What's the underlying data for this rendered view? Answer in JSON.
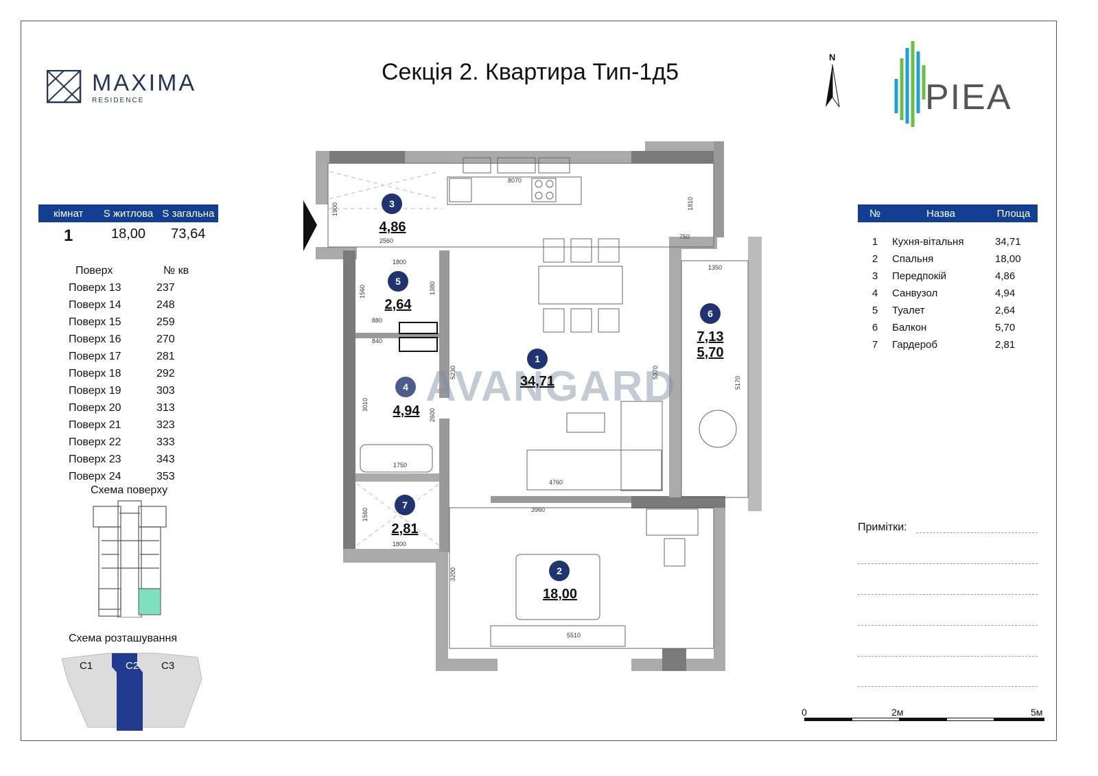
{
  "title": "Секція 2. Квартира Тип-1д5",
  "brand_left": {
    "name": "MAXIMA",
    "sub": "RESIDENCE"
  },
  "brand_right": {
    "name": "PIEA"
  },
  "north_label": "N",
  "summary": {
    "headers": [
      "кімнат",
      "S житлова",
      "S загальна"
    ],
    "values": [
      "1",
      "18,00",
      "73,64"
    ]
  },
  "floors": {
    "headers": [
      "Поверх",
      "№ кв"
    ],
    "rows": [
      [
        "Поверх 13",
        "237"
      ],
      [
        "Поверх 14",
        "248"
      ],
      [
        "Поверх 15",
        "259"
      ],
      [
        "Поверх 16",
        "270"
      ],
      [
        "Поверх 17",
        "281"
      ],
      [
        "Поверх 18",
        "292"
      ],
      [
        "Поверх 19",
        "303"
      ],
      [
        "Поверх 20",
        "313"
      ],
      [
        "Поверх 21",
        "323"
      ],
      [
        "Поверх 22",
        "333"
      ],
      [
        "Поверх 23",
        "343"
      ],
      [
        "Поверх 24",
        "353"
      ]
    ]
  },
  "floor_scheme_label": "Схема поверху",
  "location_scheme": {
    "label": "Схема розташування",
    "sections": [
      "C1",
      "C2",
      "C3"
    ]
  },
  "rooms_table": {
    "headers": [
      "№",
      "Назва",
      "Площа"
    ],
    "rows": [
      [
        "1",
        "Кухня-вітальня",
        "34,71"
      ],
      [
        "2",
        "Спальня",
        "18,00"
      ],
      [
        "3",
        "Передпокій",
        "4,86"
      ],
      [
        "4",
        "Санвузол",
        "4,94"
      ],
      [
        "5",
        "Туалет",
        "2,64"
      ],
      [
        "6",
        "Балкон",
        "5,70"
      ],
      [
        "7",
        "Гардероб",
        "2,81"
      ]
    ]
  },
  "notes_label": "Примітки:",
  "plan": {
    "rooms": [
      {
        "n": "1",
        "area": "34,71"
      },
      {
        "n": "2",
        "area": "18,00"
      },
      {
        "n": "3",
        "area": "4,86"
      },
      {
        "n": "4",
        "area": "4,94"
      },
      {
        "n": "5",
        "area": "2,64"
      },
      {
        "n": "6",
        "area": "7,13",
        "area2": "5,70"
      },
      {
        "n": "7",
        "area": "2,81"
      }
    ],
    "dims": [
      "8070",
      "1900",
      "2560",
      "1810",
      "750",
      "1800",
      "1560",
      "1380",
      "880",
      "840",
      "5230",
      "2600",
      "3010",
      "1750",
      "5370",
      "1350",
      "5170",
      "4760",
      "3960",
      "1560",
      "1800",
      "3200",
      "5510"
    ],
    "watermark": "AVANGARD"
  },
  "scale": {
    "labels": [
      "0",
      "2м",
      "5м"
    ]
  },
  "colors": {
    "accent": "#123f91",
    "badge": "#1f3470",
    "highlight": "#7fe0c0"
  }
}
